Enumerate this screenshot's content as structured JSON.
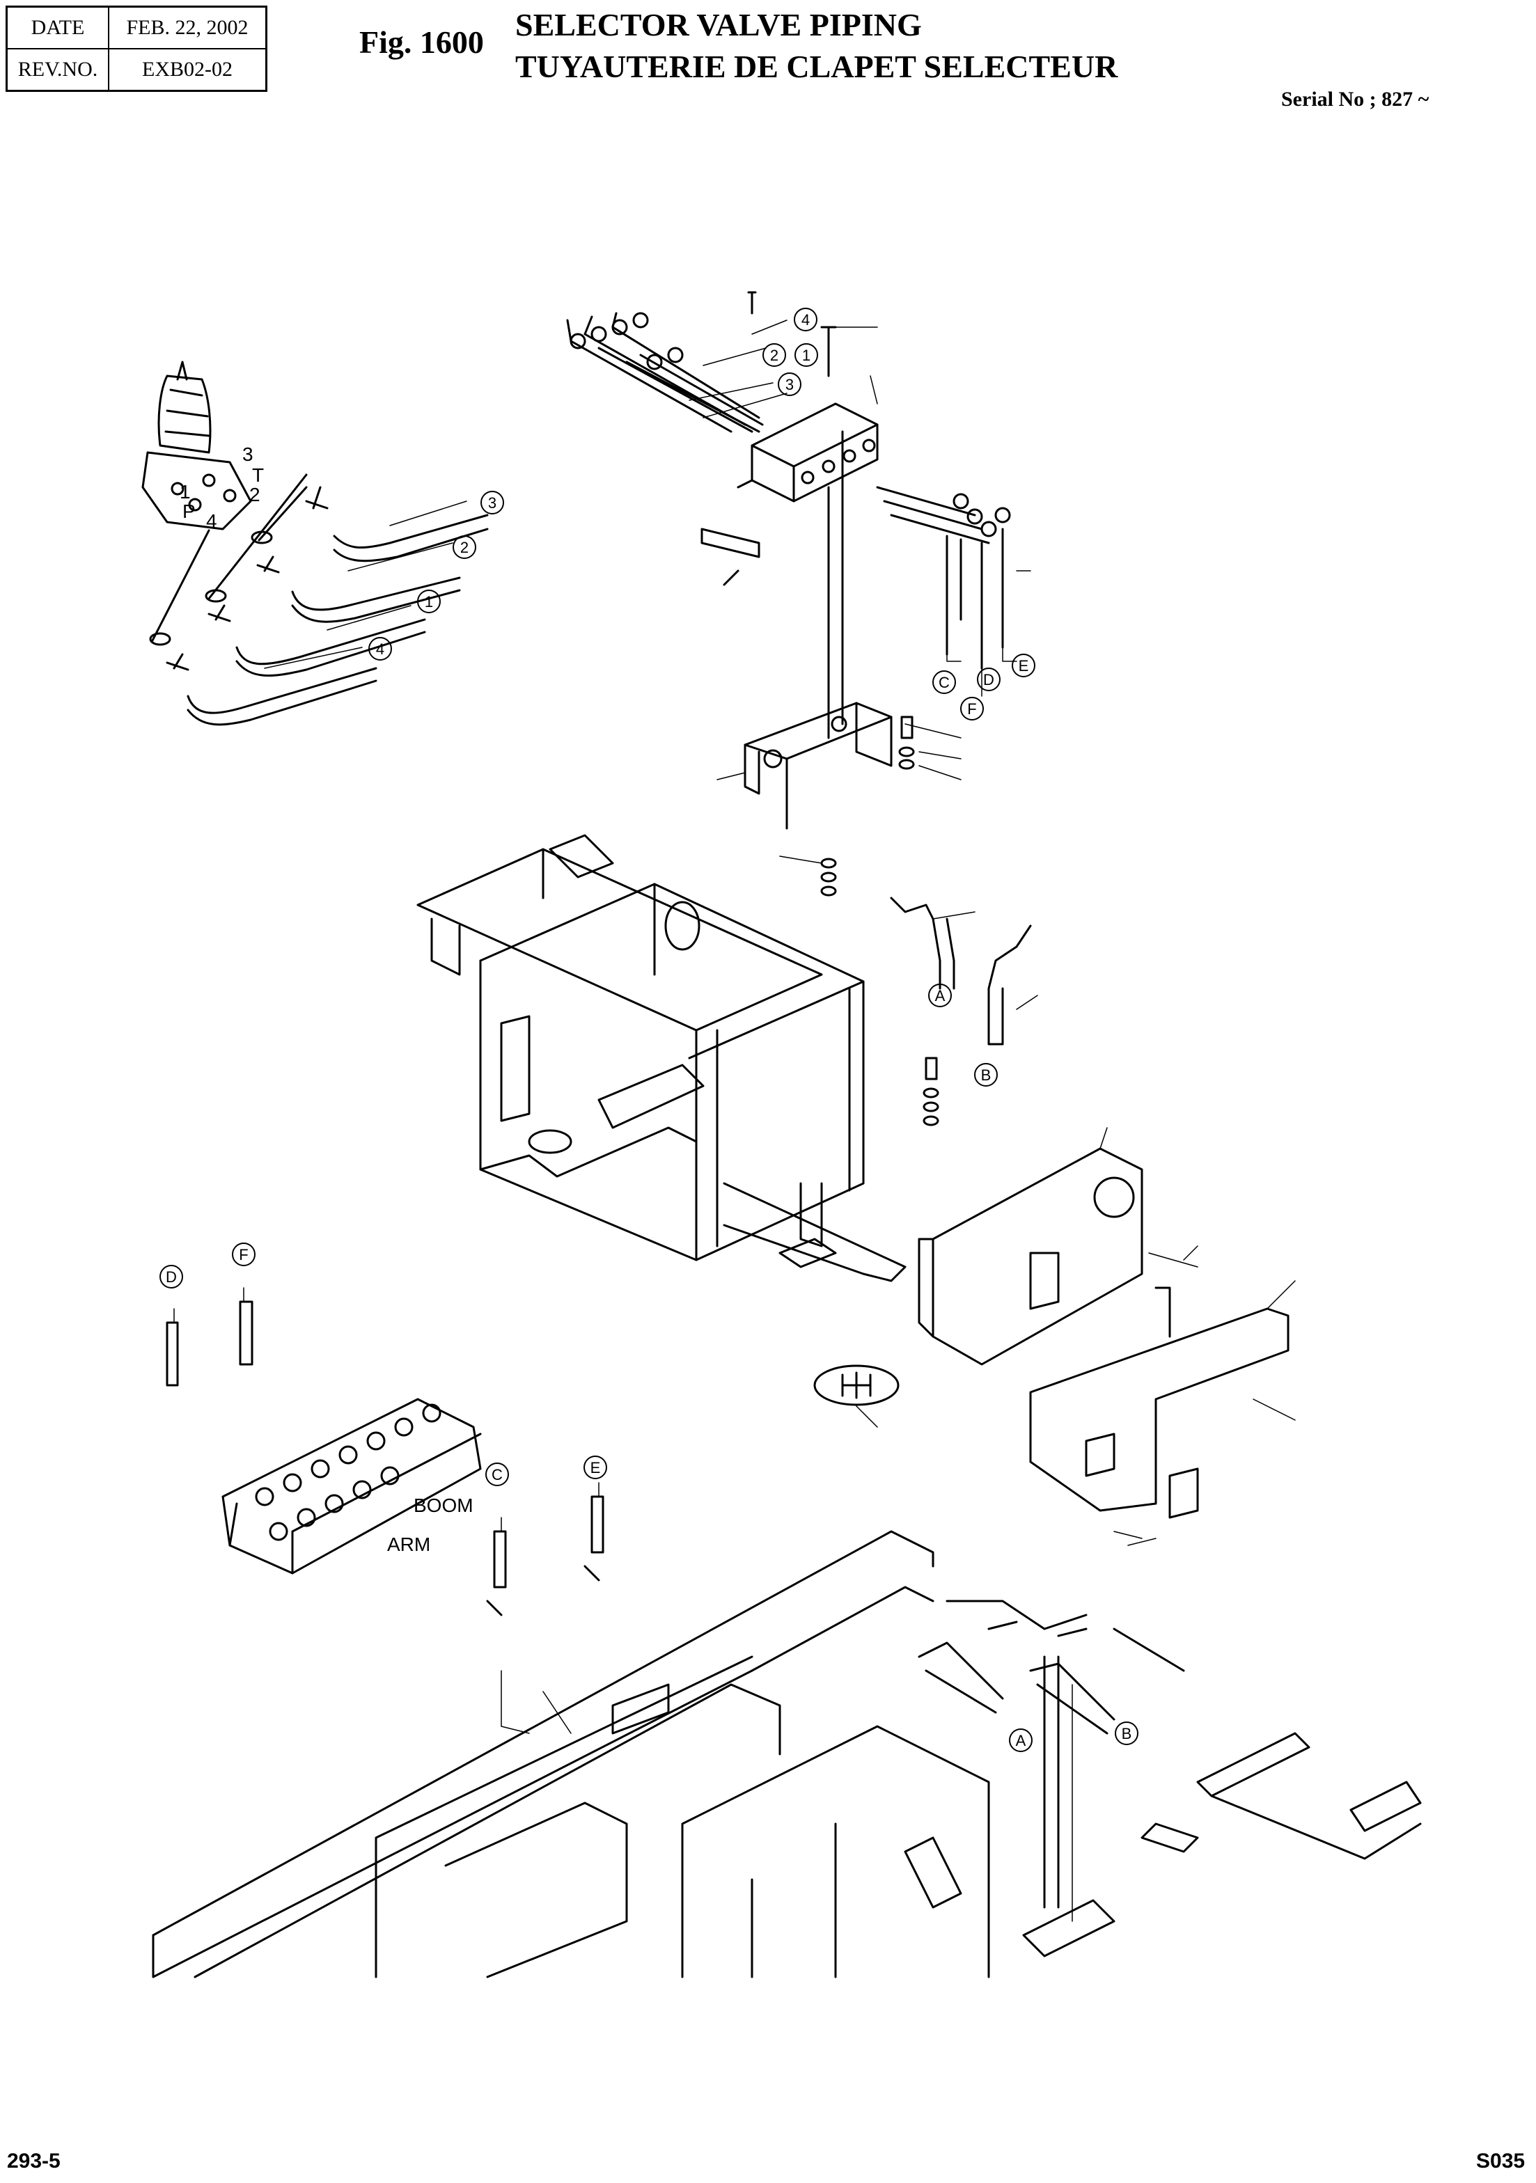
{
  "header": {
    "date_label": "DATE",
    "date_value": "FEB. 22, 2002",
    "rev_label": "REV.NO.",
    "rev_value": "EXB02-02"
  },
  "figure": {
    "number": "Fig. 1600",
    "title_en": "SELECTOR VALVE PIPING",
    "title_fr": "TUYAUTERIE DE CLAPET SELECTEUR",
    "serial": "Serial No ; 827 ~"
  },
  "callouts": {
    "c1": "1",
    "c2": "2",
    "c3": "3",
    "c4": "4",
    "A": "A",
    "B": "B",
    "C": "C",
    "D": "D",
    "E": "E",
    "F": "F"
  },
  "port_labels": {
    "p3": "3",
    "pT": "T",
    "p1": "1",
    "p2": "2",
    "pP": "P",
    "p4": "4"
  },
  "valve_labels": {
    "boom": "BOOM",
    "arm": "ARM"
  },
  "footer": {
    "page": "293-5",
    "code": "S035"
  }
}
